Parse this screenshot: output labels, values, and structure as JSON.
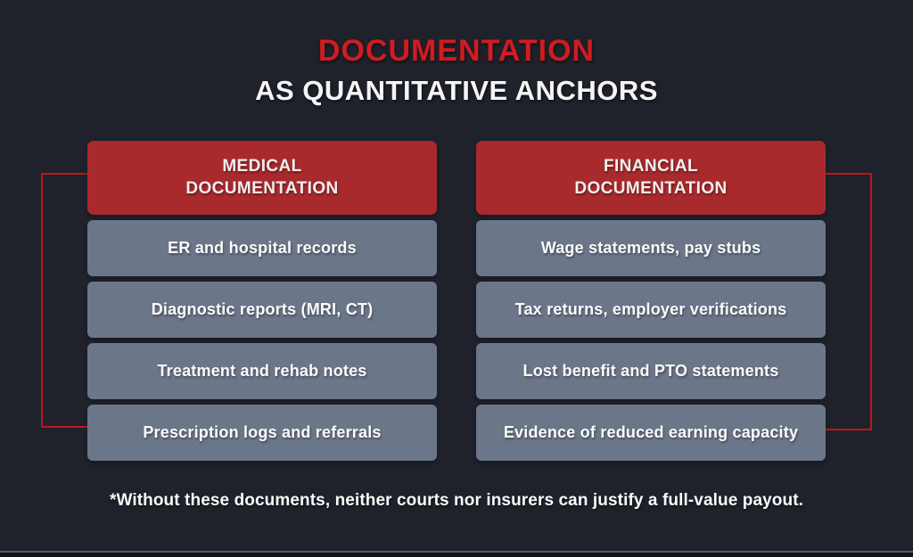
{
  "colors": {
    "background": "#1f212b",
    "accent_red": "#d01c21",
    "header_red": "#a82a2d",
    "item_gray": "#6b7689",
    "bracket_red": "#c0161c",
    "bottom_bar": "#131419",
    "bottom_bar_line": "#5b5b60"
  },
  "title": {
    "line1": "DOCUMENTATION",
    "line2": "AS QUANTITATIVE ANCHORS"
  },
  "columns": [
    {
      "header": "MEDICAL\nDOCUMENTATION",
      "items": [
        "ER and hospital records",
        "Diagnostic reports (MRI, CT)",
        "Treatment and rehab notes",
        "Prescription logs and referrals"
      ]
    },
    {
      "header": "FINANCIAL\nDOCUMENTATION",
      "items": [
        "Wage statements, pay stubs",
        "Tax returns, employer verifications",
        "Lost benefit and PTO statements",
        "Evidence of reduced earning capacity"
      ]
    }
  ],
  "footnote": "*Without these documents, neither courts nor insurers can justify a full-value payout."
}
